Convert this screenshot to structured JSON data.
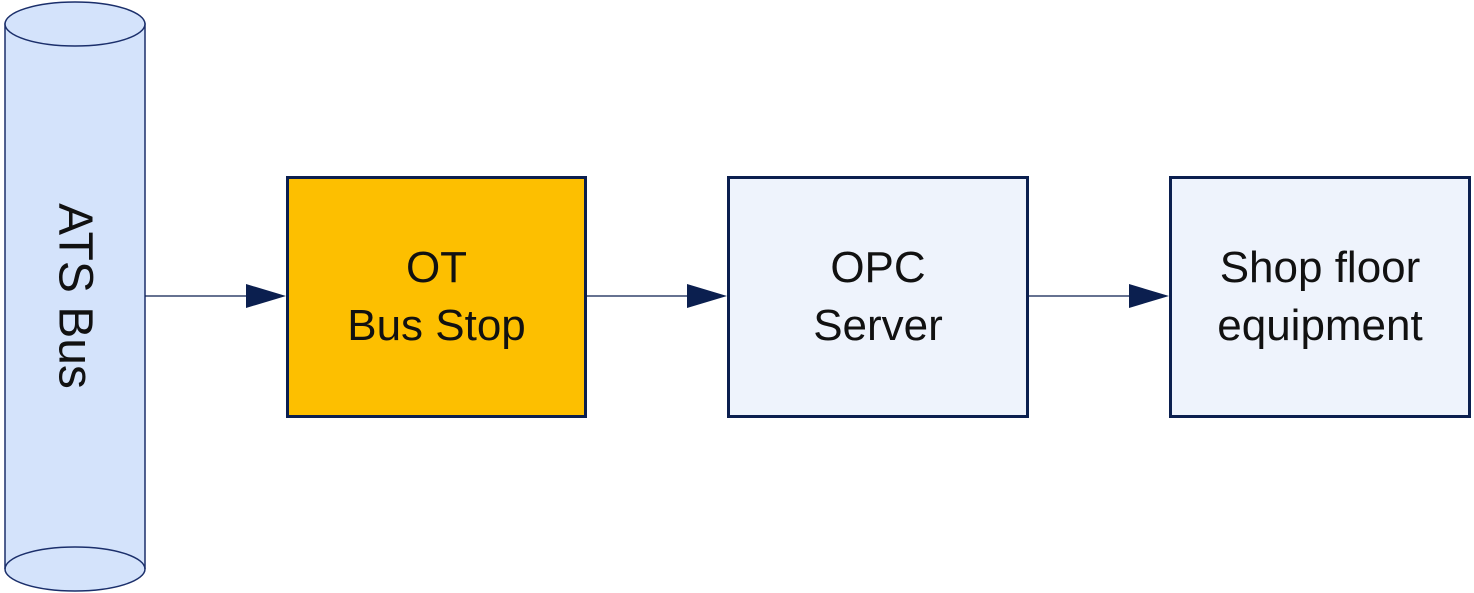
{
  "colors": {
    "cylinder_fill": "#d4e3fb",
    "cylinder_stroke": "#1b2f6b",
    "box_border": "#0b1f4f",
    "ot_fill": "#fdbf00",
    "opc_fill": "#eef3fc",
    "shop_fill": "#eef3fc",
    "arrow": "#0b1f4f"
  },
  "bus": {
    "label": "ATS Bus"
  },
  "nodes": [
    {
      "id": "ot",
      "lines": [
        "OT",
        "Bus Stop"
      ]
    },
    {
      "id": "opc",
      "lines": [
        "OPC",
        "Server"
      ]
    },
    {
      "id": "shop",
      "lines": [
        "Shop floor",
        "equipment"
      ]
    }
  ],
  "edges": [
    {
      "from": "bus",
      "to": "ot"
    },
    {
      "from": "ot",
      "to": "opc"
    },
    {
      "from": "opc",
      "to": "shop"
    }
  ]
}
